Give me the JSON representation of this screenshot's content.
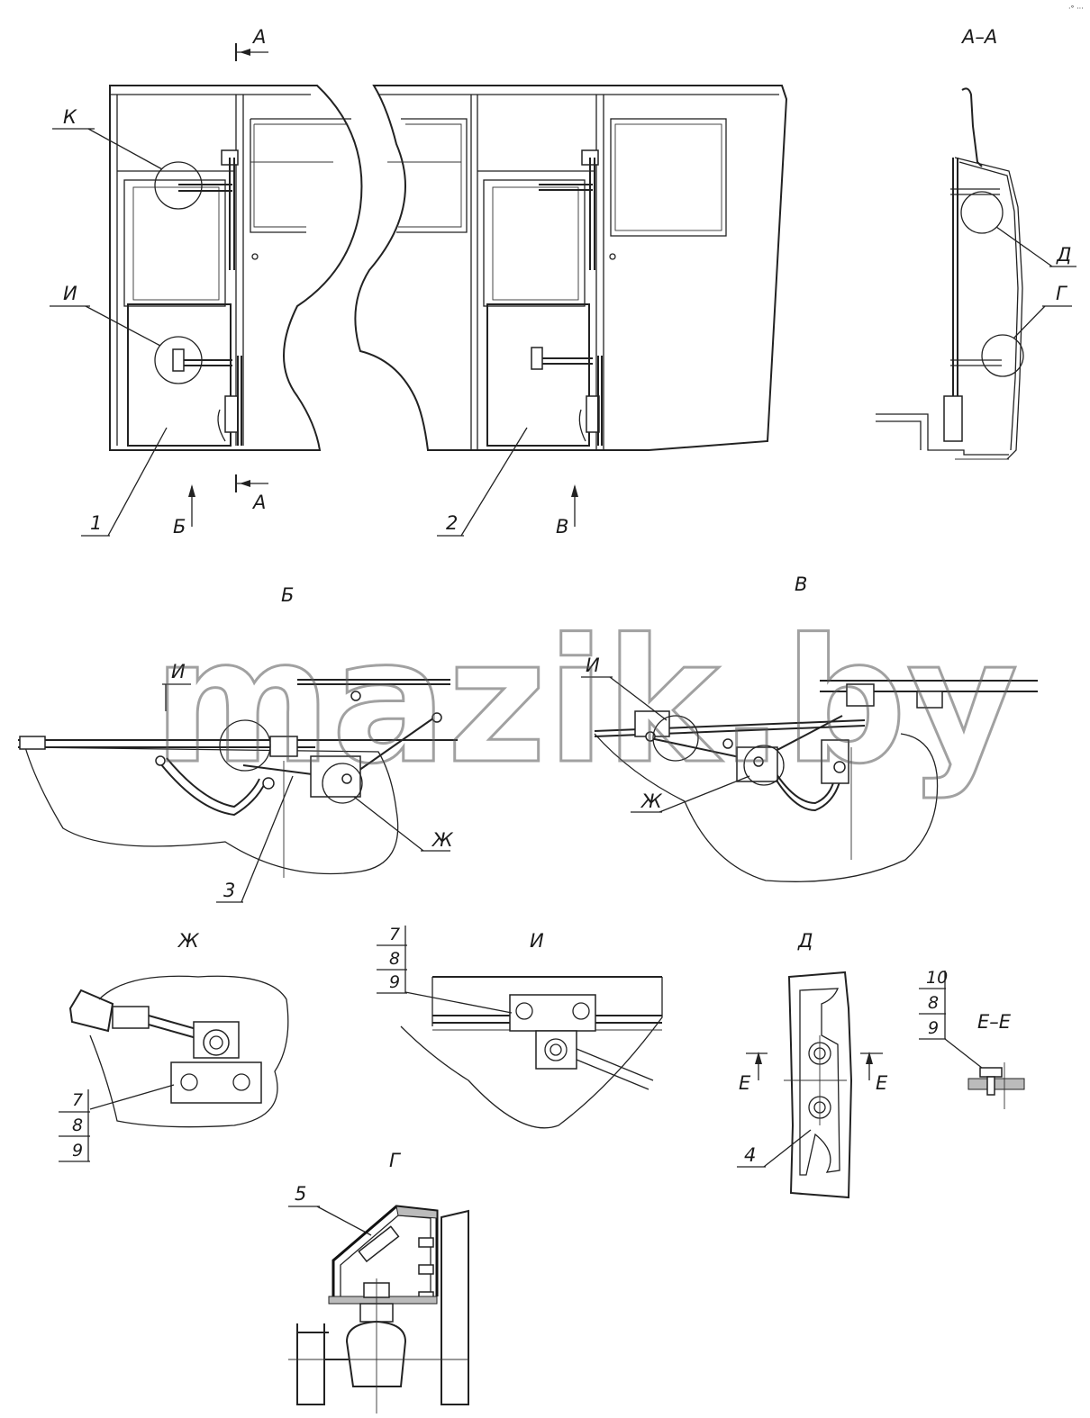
{
  "labels": {
    "section_a_top": "А",
    "section_a_bottom": "А",
    "section_aa": "А–А",
    "callout_k": "К",
    "callout_i": "И",
    "callout_d": "Д",
    "callout_g": "Г",
    "pos_1": "1",
    "pos_2": "2",
    "view_b_arrow": "Б",
    "view_v_arrow": "В",
    "view_b_title": "Б",
    "view_v_title": "В",
    "view_b_i": "И",
    "view_b_zh": "Ж",
    "view_b_3": "3",
    "view_v_i": "И",
    "view_v_zh": "Ж",
    "detail_zh_title": "Ж",
    "detail_i_title": "И",
    "detail_d_title": "Д",
    "detail_g_title": "Г",
    "ee_title": "Е–Е",
    "ee_arrow_left": "Е",
    "ee_arrow_right": "Е",
    "pos_4": "4",
    "pos_5": "5",
    "stack_zh": [
      "7",
      "8",
      "9"
    ],
    "stack_i": [
      "7",
      "8",
      "9"
    ],
    "stack_ee": [
      "10",
      "8",
      "9"
    ],
    "corner_mark": "·° ···"
  },
  "watermark": "mazik.by"
}
